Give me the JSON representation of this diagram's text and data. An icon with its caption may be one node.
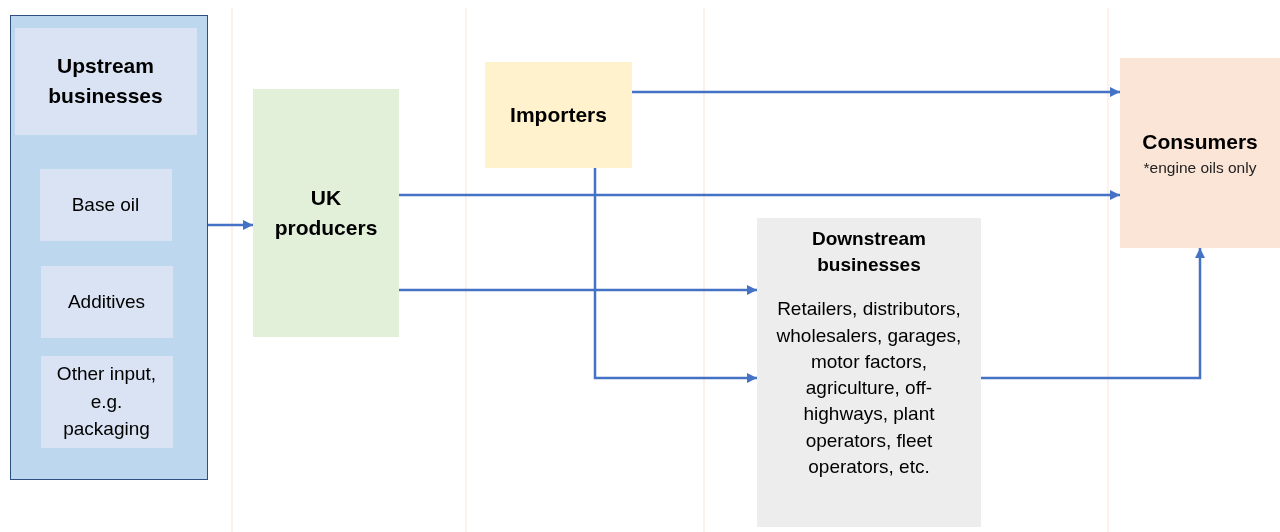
{
  "diagram": {
    "nodes": [
      {
        "text": [],
        "shape": "box"
      },
      {
        "text": [
          "Upstream businesses"
        ],
        "in": 0
      },
      {
        "text": [
          "Base oil"
        ],
        "in": 0
      },
      {
        "text": [
          "Additives"
        ],
        "in": 0
      },
      {
        "text": [
          "Other input, e.g. packaging"
        ],
        "in": 0
      },
      {
        "text": [
          "UK producers"
        ]
      },
      {
        "text": [
          "Importers"
        ]
      },
      {
        "text": [
          "Consumers",
          "*engine oils only"
        ]
      },
      {
        "text": [
          "Downstream businesses",
          "Retailers, distributors, wholesalers, garages, motor factors, agriculture, off-highways, plant operators, fleet operators, etc."
        ]
      }
    ],
    "edges": [
      {
        "from": 0,
        "to": 5,
        "arrow": "to"
      },
      {
        "from": 6,
        "to": 7,
        "arrow": "to"
      },
      {
        "from": 5,
        "to": 7,
        "arrow": "to"
      },
      {
        "from": 5,
        "to": 8,
        "arrow": "to"
      },
      {
        "from": 6,
        "to": 8,
        "arrow": "to"
      },
      {
        "from": 8,
        "to": 7,
        "arrow": "to"
      }
    ]
  }
}
